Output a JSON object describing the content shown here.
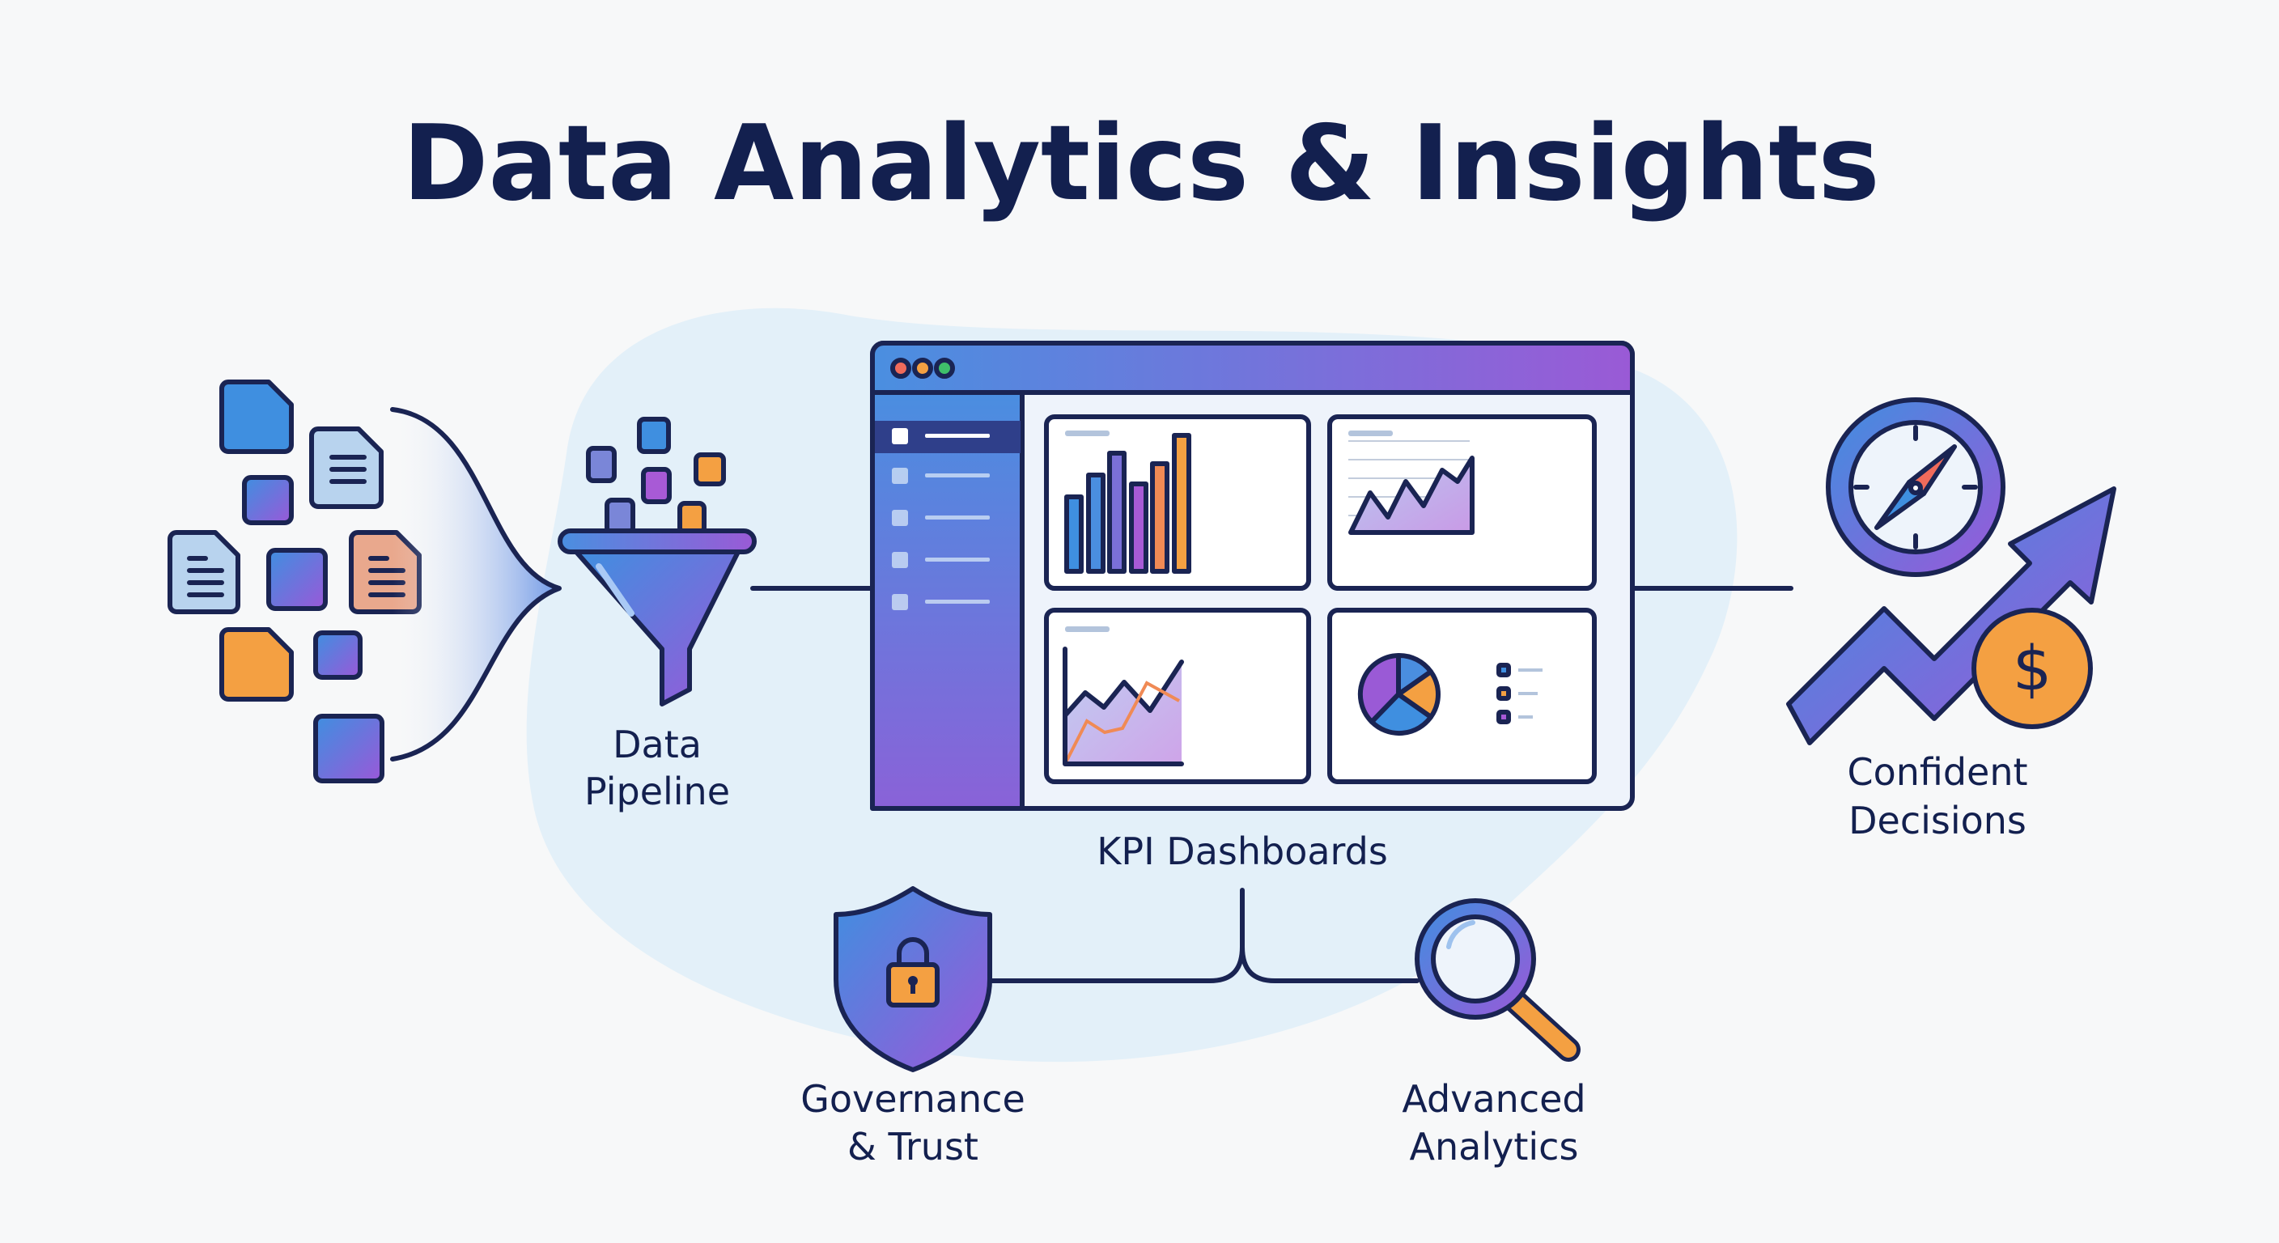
{
  "title": "Data Analytics & Insights",
  "labels": {
    "pipeline_1": "Data",
    "pipeline_2": "Pipeline",
    "dashboards": "KPI Dashboards",
    "governance_1": "Governance",
    "governance_2": "& Trust",
    "analytics_1": "Advanced",
    "analytics_2": "Analytics",
    "decisions_1": "Confident",
    "decisions_2": "Decisions"
  },
  "icons": [
    "document-icon",
    "funnel-icon",
    "dashboard-window",
    "shield-lock-icon",
    "magnifier-icon",
    "compass-icon",
    "growth-arrow-icon",
    "dollar-icon"
  ],
  "colors": {
    "ink": "#1a2453",
    "blue": "#3f8fe0",
    "purple": "#8a5ad6",
    "orange": "#f4a042",
    "blob": "#e3f0f9"
  }
}
